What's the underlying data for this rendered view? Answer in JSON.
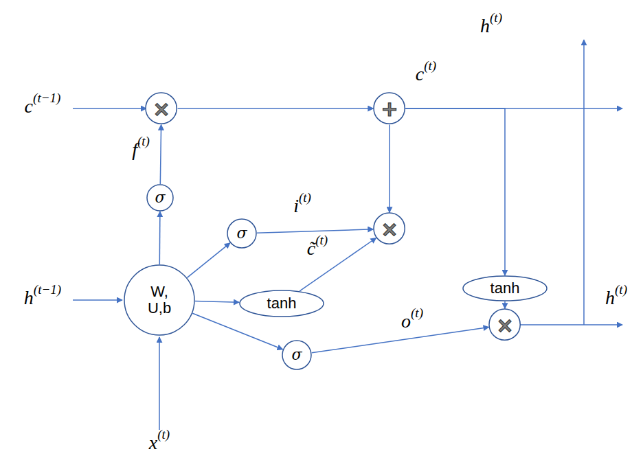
{
  "diagram": {
    "nodes": [
      {
        "text": [
          "×"
        ]
      },
      {
        "text": [
          "+"
        ]
      },
      {
        "text": [
          "σ"
        ]
      },
      {
        "text": [
          "σ"
        ]
      },
      {
        "text": [
          "×"
        ]
      },
      {
        "text": [
          "tanh"
        ]
      },
      {
        "text": [
          "W, U,b"
        ]
      },
      {
        "text": [
          "tanh"
        ]
      },
      {
        "text": [
          "×"
        ]
      },
      {
        "text": [
          "σ"
        ]
      }
    ],
    "edges": [
      {
        "from": 0,
        "to": 1,
        "arrow": "to"
      },
      {
        "from": 2,
        "to": 0,
        "label": "f(t)",
        "arrow": "to"
      },
      {
        "from": 6,
        "to": 2,
        "arrow": "to"
      },
      {
        "from": 6,
        "to": 3,
        "arrow": "to"
      },
      {
        "from": 6,
        "to": 7,
        "arrow": "to"
      },
      {
        "from": 6,
        "to": 9,
        "arrow": "to"
      },
      {
        "from": 3,
        "to": 4,
        "label": "i(t)",
        "arrow": "to"
      },
      {
        "from": 7,
        "to": 4,
        "label": "c̃(t)",
        "arrow": "to"
      },
      {
        "from": 1,
        "to": 4,
        "arrow": "to"
      },
      {
        "from": 1,
        "to": 5,
        "arrow": "to"
      },
      {
        "from": 5,
        "to": 8,
        "arrow": "to"
      },
      {
        "from": 9,
        "to": 8,
        "label": "o(t)",
        "arrow": "to"
      }
    ],
    "labels": [
      "c(t−1)",
      "h(t−1)",
      "x(t)",
      "c(t)",
      "h(t)",
      "h(t)"
    ]
  }
}
